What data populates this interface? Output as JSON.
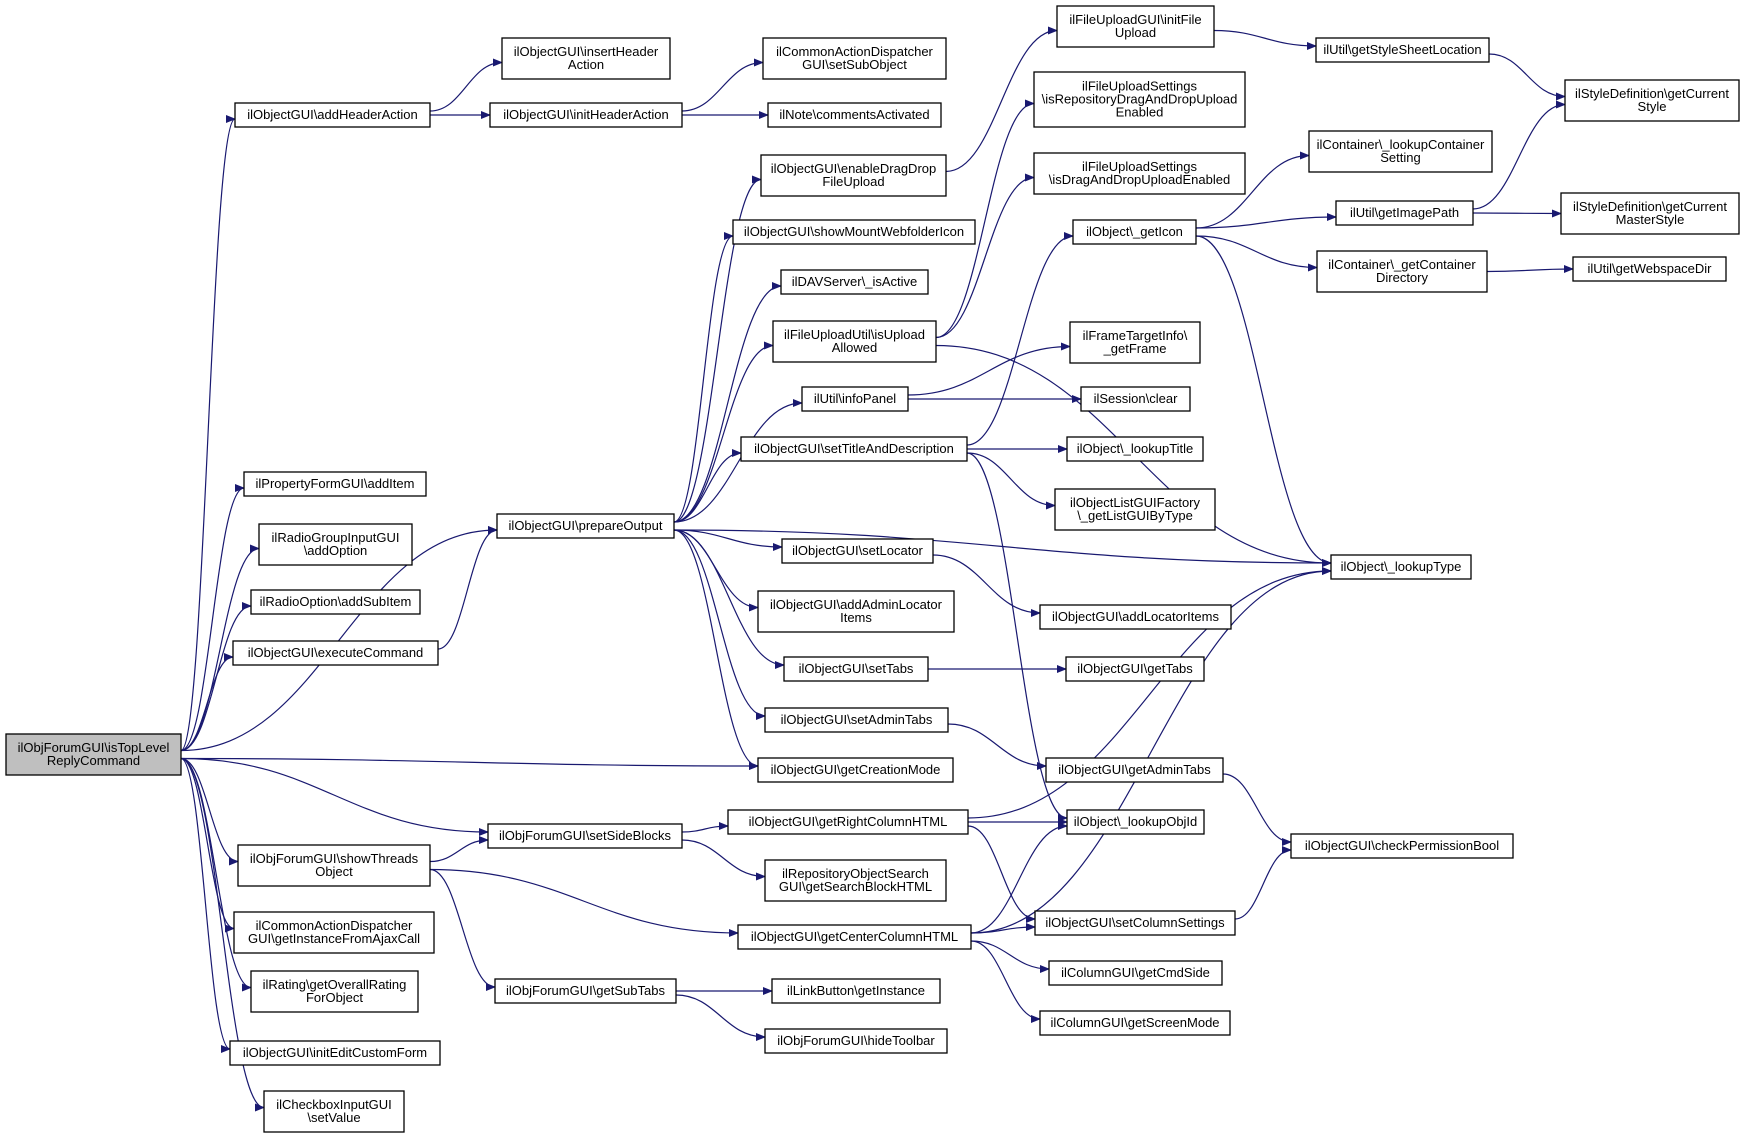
{
  "colors": {
    "edge": "#191970",
    "node_border": "#000000",
    "root_fill": "#bfbfbf",
    "node_fill": "#ffffff"
  },
  "nodes": [
    {
      "id": "root",
      "lines": [
        "ilObjForumGUI\\isTopLevel",
        "ReplyCommand"
      ],
      "root": true
    },
    {
      "id": "addHeaderAction",
      "lines": [
        "ilObjectGUI\\addHeaderAction"
      ]
    },
    {
      "id": "insertHeaderAction",
      "lines": [
        "ilObjectGUI\\insertHeader",
        "Action"
      ]
    },
    {
      "id": "initHeaderAction",
      "lines": [
        "ilObjectGUI\\initHeaderAction"
      ]
    },
    {
      "id": "setSubObject",
      "lines": [
        "ilCommonActionDispatcher",
        "GUI\\setSubObject"
      ]
    },
    {
      "id": "commentsActivated",
      "lines": [
        "ilNote\\commentsActivated"
      ]
    },
    {
      "id": "addItem",
      "lines": [
        "ilPropertyFormGUI\\addItem"
      ]
    },
    {
      "id": "addOption",
      "lines": [
        "ilRadioGroupInputGUI",
        "\\addOption"
      ]
    },
    {
      "id": "addSubItem",
      "lines": [
        "ilRadioOption\\addSubItem"
      ]
    },
    {
      "id": "executeCommand",
      "lines": [
        "ilObjectGUI\\executeCommand"
      ]
    },
    {
      "id": "prepareOutput",
      "lines": [
        "ilObjectGUI\\prepareOutput"
      ]
    },
    {
      "id": "enableDragDrop",
      "lines": [
        "ilObjectGUI\\enableDragDrop",
        "FileUpload"
      ]
    },
    {
      "id": "showMount",
      "lines": [
        "ilObjectGUI\\showMountWebfolderIcon"
      ]
    },
    {
      "id": "davIsActive",
      "lines": [
        "ilDAVServer\\_isActive"
      ]
    },
    {
      "id": "isUploadAllowed",
      "lines": [
        "ilFileUploadUtil\\isUpload",
        "Allowed"
      ]
    },
    {
      "id": "infoPanel",
      "lines": [
        "ilUtil\\infoPanel"
      ]
    },
    {
      "id": "setTitleDesc",
      "lines": [
        "ilObjectGUI\\setTitleAndDescription"
      ]
    },
    {
      "id": "initFileUpload",
      "lines": [
        "ilFileUploadGUI\\initFile",
        "Upload"
      ]
    },
    {
      "id": "getStyleSheet",
      "lines": [
        "ilUtil\\getStyleSheetLocation"
      ]
    },
    {
      "id": "getCurrentStyle",
      "lines": [
        "ilStyleDefinition\\getCurrent",
        "Style"
      ]
    },
    {
      "id": "isRepoDnd",
      "lines": [
        "ilFileUploadSettings",
        "\\isRepositoryDragAndDropUpload",
        "Enabled"
      ]
    },
    {
      "id": "isDnd",
      "lines": [
        "ilFileUploadSettings",
        "\\isDragAndDropUploadEnabled"
      ]
    },
    {
      "id": "lookupContainerSetting",
      "lines": [
        "ilContainer\\_lookupContainer",
        "Setting"
      ]
    },
    {
      "id": "getIcon",
      "lines": [
        "ilObject\\_getIcon"
      ]
    },
    {
      "id": "getImagePath",
      "lines": [
        "ilUtil\\getImagePath"
      ]
    },
    {
      "id": "getCurrentMasterStyle",
      "lines": [
        "ilStyleDefinition\\getCurrent",
        "MasterStyle"
      ]
    },
    {
      "id": "getContainerDirectory",
      "lines": [
        "ilContainer\\_getContainer",
        "Directory"
      ]
    },
    {
      "id": "getWebspaceDir",
      "lines": [
        "ilUtil\\getWebspaceDir"
      ]
    },
    {
      "id": "getFrame",
      "lines": [
        "ilFrameTargetInfo\\",
        "_getFrame"
      ]
    },
    {
      "id": "sessionClear",
      "lines": [
        "ilSession\\clear"
      ]
    },
    {
      "id": "lookupTitle",
      "lines": [
        "ilObject\\_lookupTitle"
      ]
    },
    {
      "id": "getListGUIByType",
      "lines": [
        "ilObjectListGUIFactory",
        "\\_getListGUIByType"
      ]
    },
    {
      "id": "lookupType",
      "lines": [
        "ilObject\\_lookupType"
      ]
    },
    {
      "id": "setLocator",
      "lines": [
        "ilObjectGUI\\setLocator"
      ]
    },
    {
      "id": "addAdminLocator",
      "lines": [
        "ilObjectGUI\\addAdminLocator",
        "Items"
      ]
    },
    {
      "id": "addLocatorItems",
      "lines": [
        "ilObjectGUI\\addLocatorItems"
      ]
    },
    {
      "id": "setTabs",
      "lines": [
        "ilObjectGUI\\setTabs"
      ]
    },
    {
      "id": "getTabs",
      "lines": [
        "ilObjectGUI\\getTabs"
      ]
    },
    {
      "id": "setAdminTabs",
      "lines": [
        "ilObjectGUI\\setAdminTabs"
      ]
    },
    {
      "id": "getCreationMode",
      "lines": [
        "ilObjectGUI\\getCreationMode"
      ]
    },
    {
      "id": "getAdminTabs",
      "lines": [
        "ilObjectGUI\\getAdminTabs"
      ]
    },
    {
      "id": "checkPermissionBool",
      "lines": [
        "ilObjectGUI\\checkPermissionBool"
      ]
    },
    {
      "id": "showThreads",
      "lines": [
        "ilObjForumGUI\\showThreads",
        "Object"
      ]
    },
    {
      "id": "setSideBlocks",
      "lines": [
        "ilObjForumGUI\\setSideBlocks"
      ]
    },
    {
      "id": "getRightColumn",
      "lines": [
        "ilObjectGUI\\getRightColumnHTML"
      ]
    },
    {
      "id": "lookupObjId",
      "lines": [
        "ilObject\\_lookupObjId"
      ]
    },
    {
      "id": "getSearchBlock",
      "lines": [
        "ilRepositoryObjectSearch",
        "GUI\\getSearchBlockHTML"
      ]
    },
    {
      "id": "getInstanceFromAjax",
      "lines": [
        "ilCommonActionDispatcher",
        "GUI\\getInstanceFromAjaxCall"
      ]
    },
    {
      "id": "getCenterColumn",
      "lines": [
        "ilObjectGUI\\getCenterColumnHTML"
      ]
    },
    {
      "id": "setColumnSettings",
      "lines": [
        "ilObjectGUI\\setColumnSettings"
      ]
    },
    {
      "id": "getCmdSide",
      "lines": [
        "ilColumnGUI\\getCmdSide"
      ]
    },
    {
      "id": "getScreenMode",
      "lines": [
        "ilColumnGUI\\getScreenMode"
      ]
    },
    {
      "id": "getOverallRating",
      "lines": [
        "ilRating\\getOverallRating",
        "ForObject"
      ]
    },
    {
      "id": "getSubTabs",
      "lines": [
        "ilObjForumGUI\\getSubTabs"
      ]
    },
    {
      "id": "linkGetInstance",
      "lines": [
        "ilLinkButton\\getInstance"
      ]
    },
    {
      "id": "hideToolbar",
      "lines": [
        "ilObjForumGUI\\hideToolbar"
      ]
    },
    {
      "id": "initEditCustomForm",
      "lines": [
        "ilObjectGUI\\initEditCustomForm"
      ]
    },
    {
      "id": "setValue",
      "lines": [
        "ilCheckboxInputGUI",
        "\\setValue"
      ]
    }
  ],
  "edges": [
    [
      "root",
      "addHeaderAction"
    ],
    [
      "root",
      "addItem"
    ],
    [
      "root",
      "addOption"
    ],
    [
      "root",
      "addSubItem"
    ],
    [
      "root",
      "executeCommand"
    ],
    [
      "root",
      "prepareOutput"
    ],
    [
      "root",
      "getCreationMode"
    ],
    [
      "root",
      "setSideBlocks"
    ],
    [
      "root",
      "showThreads"
    ],
    [
      "root",
      "getInstanceFromAjax"
    ],
    [
      "root",
      "getOverallRating"
    ],
    [
      "root",
      "initEditCustomForm"
    ],
    [
      "root",
      "setValue"
    ],
    [
      "addHeaderAction",
      "insertHeaderAction"
    ],
    [
      "addHeaderAction",
      "initHeaderAction"
    ],
    [
      "initHeaderAction",
      "setSubObject"
    ],
    [
      "initHeaderAction",
      "commentsActivated"
    ],
    [
      "executeCommand",
      "prepareOutput"
    ],
    [
      "prepareOutput",
      "enableDragDrop"
    ],
    [
      "prepareOutput",
      "showMount"
    ],
    [
      "prepareOutput",
      "davIsActive"
    ],
    [
      "prepareOutput",
      "isUploadAllowed"
    ],
    [
      "prepareOutput",
      "infoPanel"
    ],
    [
      "prepareOutput",
      "setTitleDesc"
    ],
    [
      "prepareOutput",
      "lookupType"
    ],
    [
      "prepareOutput",
      "setLocator"
    ],
    [
      "prepareOutput",
      "addAdminLocator"
    ],
    [
      "prepareOutput",
      "setTabs"
    ],
    [
      "prepareOutput",
      "setAdminTabs"
    ],
    [
      "prepareOutput",
      "getCreationMode"
    ],
    [
      "enableDragDrop",
      "initFileUpload"
    ],
    [
      "initFileUpload",
      "getStyleSheet"
    ],
    [
      "getStyleSheet",
      "getCurrentStyle"
    ],
    [
      "isUploadAllowed",
      "isRepoDnd"
    ],
    [
      "isUploadAllowed",
      "isDnd"
    ],
    [
      "isUploadAllowed",
      "lookupType"
    ],
    [
      "infoPanel",
      "getFrame"
    ],
    [
      "infoPanel",
      "sessionClear"
    ],
    [
      "setTitleDesc",
      "getIcon"
    ],
    [
      "setTitleDesc",
      "lookupTitle"
    ],
    [
      "setTitleDesc",
      "getListGUIByType"
    ],
    [
      "setTitleDesc",
      "lookupObjId"
    ],
    [
      "getIcon",
      "lookupContainerSetting"
    ],
    [
      "getIcon",
      "getImagePath"
    ],
    [
      "getIcon",
      "getContainerDirectory"
    ],
    [
      "getIcon",
      "lookupType"
    ],
    [
      "getImagePath",
      "getCurrentStyle"
    ],
    [
      "getImagePath",
      "getCurrentMasterStyle"
    ],
    [
      "getContainerDirectory",
      "getWebspaceDir"
    ],
    [
      "setLocator",
      "addLocatorItems"
    ],
    [
      "setTabs",
      "getTabs"
    ],
    [
      "setAdminTabs",
      "getAdminTabs"
    ],
    [
      "getAdminTabs",
      "checkPermissionBool"
    ],
    [
      "showThreads",
      "setSideBlocks"
    ],
    [
      "showThreads",
      "getCenterColumn"
    ],
    [
      "showThreads",
      "getSubTabs"
    ],
    [
      "setSideBlocks",
      "getRightColumn"
    ],
    [
      "setSideBlocks",
      "getSearchBlock"
    ],
    [
      "getRightColumn",
      "lookupType"
    ],
    [
      "getRightColumn",
      "lookupObjId"
    ],
    [
      "getRightColumn",
      "setColumnSettings"
    ],
    [
      "getCenterColumn",
      "lookupObjId"
    ],
    [
      "getCenterColumn",
      "setColumnSettings"
    ],
    [
      "getCenterColumn",
      "getCmdSide"
    ],
    [
      "getCenterColumn",
      "getScreenMode"
    ],
    [
      "getCenterColumn",
      "lookupType"
    ],
    [
      "setColumnSettings",
      "checkPermissionBool"
    ],
    [
      "getSubTabs",
      "linkGetInstance"
    ],
    [
      "getSubTabs",
      "hideToolbar"
    ]
  ]
}
